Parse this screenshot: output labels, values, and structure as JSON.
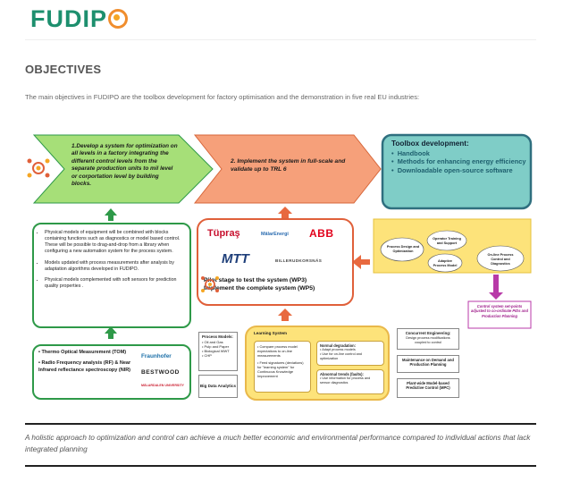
{
  "header": {
    "logo_text": "FUDIP",
    "logo_o": "O",
    "title": "OBJECTIVES",
    "intro": "The main objectives in FUDIPO are the toolbox development for factory optimisation and the demonstration in five real EU industries:"
  },
  "figure": {
    "arrow1": {
      "number": "1.",
      "text": "Develop a system for optimization on all levels in a factory integrating the different control levels from the separate production units to mil level or corportation level by building blocks."
    },
    "arrow2": {
      "text": "2. Implement the system in full-scale and validate up to TRL 6"
    },
    "toolbox": {
      "title": "Toolbox development:",
      "items": [
        "Handbook",
        "Methods for enhancing energy efficiency",
        "Downloadable open-source software"
      ]
    },
    "models_box": {
      "item1": "Physical models of equipment will be combined with blocks containing functions such as diagnostics or model based control. These will be possible to drag-and-drop from a library when configuring a new automation system for the process system.",
      "item2": "Models updated with process measurements after analysis by adaptation algorithms developed in FUDIPO.",
      "item3": "Physical models complemented with soft sensors for prediction quality properties ."
    },
    "pilot": {
      "line1": "Pilot stage to test the system (WP3)",
      "line2": "Implement the complete system (WP5)",
      "logos": [
        "Tüpraş",
        "MälarEnergi",
        "ABB",
        "MTT",
        "BILLERUDKORSNÄS"
      ]
    },
    "clouds": [
      "Process Design and Optimization",
      "Operator Training and Support",
      "Adaptive Process Model",
      "On-line Process Control and Diagnostics"
    ],
    "setpoints_note": "Control system set-points adjusted to co-ordinate PIDs and Production Planning",
    "sensors": {
      "item1": "Thermo Optical Measurement (TOM)",
      "item2": "Radio Frequency analysis (RF) & Near Infrared reflectance spectroscopy (NIR)",
      "logos": [
        "Fraunhofer",
        "BESTWOOD",
        "MÄLARDALEN UNIVERSITY"
      ]
    },
    "process_models": {
      "title": "Process Models:",
      "items": [
        "Oil and Gas",
        "Pulp and Paper",
        "Biological WWT",
        "CHP"
      ]
    },
    "big_data": "Big Data Analytics",
    "learning": {
      "title": "Learning System",
      "left_items": [
        "Compare process model expectations to on-line measurements",
        "Feed signatures (deviations) for \"learning system\" for Continuous Knowledge Improvement"
      ],
      "normal_title": "Normal degradation:",
      "normal_items": [
        "Adapt process models",
        "Use for on-line control and optimization"
      ],
      "abnormal_title": "Abnormal trends (faults):",
      "abnormal_items": [
        "Use information for process and sensor diagnostics"
      ]
    },
    "right_boxes": {
      "concurrent_title": "Concurrent Engineering:",
      "concurrent_text": "Design process modifications coupled to control",
      "maintenance": "Maintenance on Demand and Production Planning",
      "mpc": "Plant-wide Model-based Predictive Control (MPC)"
    }
  },
  "caption": "A holistic approach to optimization and control can achieve a much better economic and environmental performance compared to individual actions that lack integrated planning",
  "colors": {
    "brand_green": "#1d8f6e",
    "brand_orange": "#f08d2d",
    "arrow_green": "#a6df78",
    "arrow_orange": "#f6a07a",
    "toolbox_teal": "#7fcdc7",
    "note_yellow": "#fde37a"
  }
}
